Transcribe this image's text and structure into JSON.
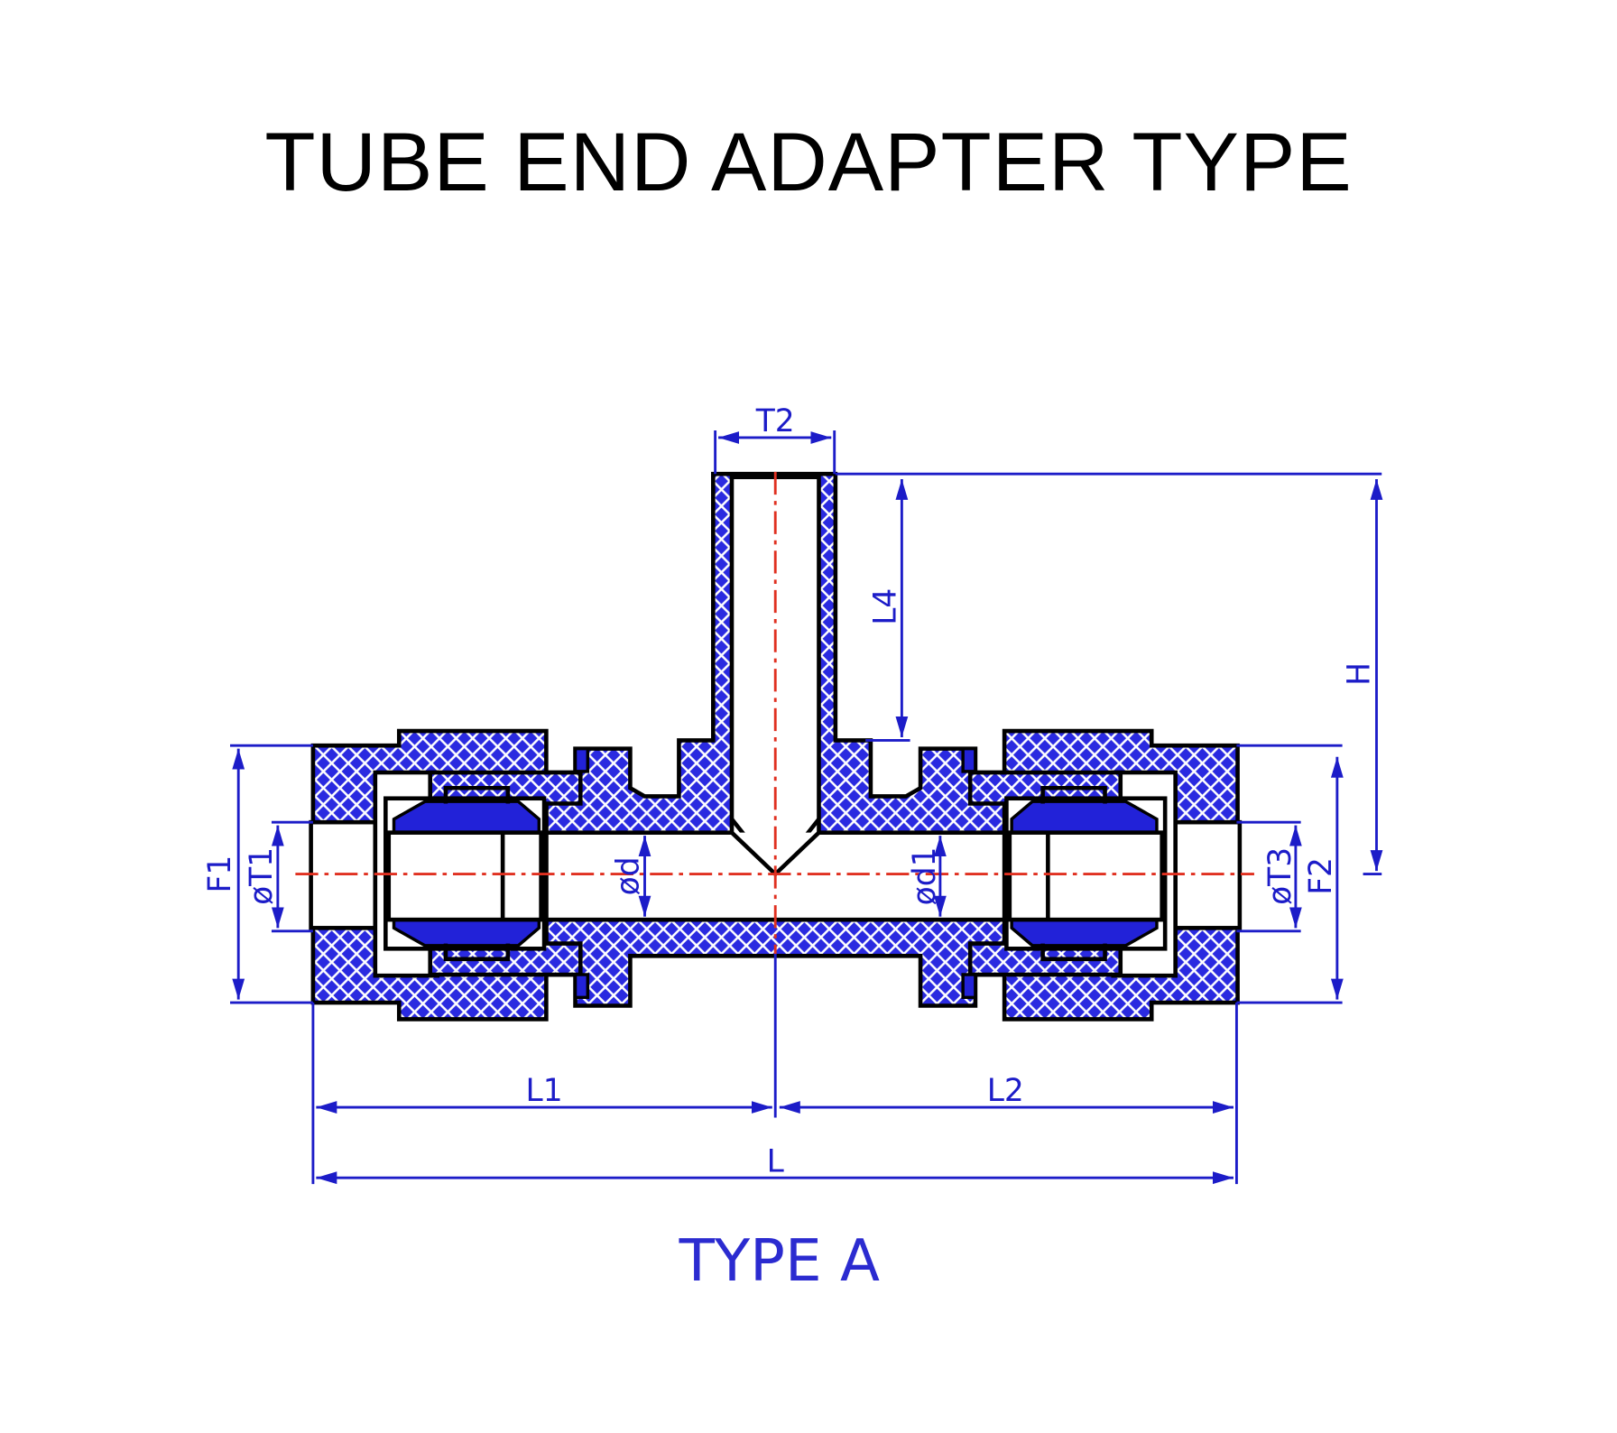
{
  "title": "TUBE END ADAPTER TYPE",
  "caption": "TYPE A",
  "dimensions": {
    "t2": "T2",
    "l4": "L4",
    "h": "H",
    "f1": "F1",
    "t1": "øT1",
    "d": "ød",
    "d1": "ød1",
    "t3": "øT3",
    "f2": "F2",
    "l1": "L1",
    "l2": "L2",
    "l": "L"
  },
  "colors": {
    "dimension": "#1c1cc8",
    "hatch": "#2a2ae0",
    "centerline": "#e03020"
  }
}
